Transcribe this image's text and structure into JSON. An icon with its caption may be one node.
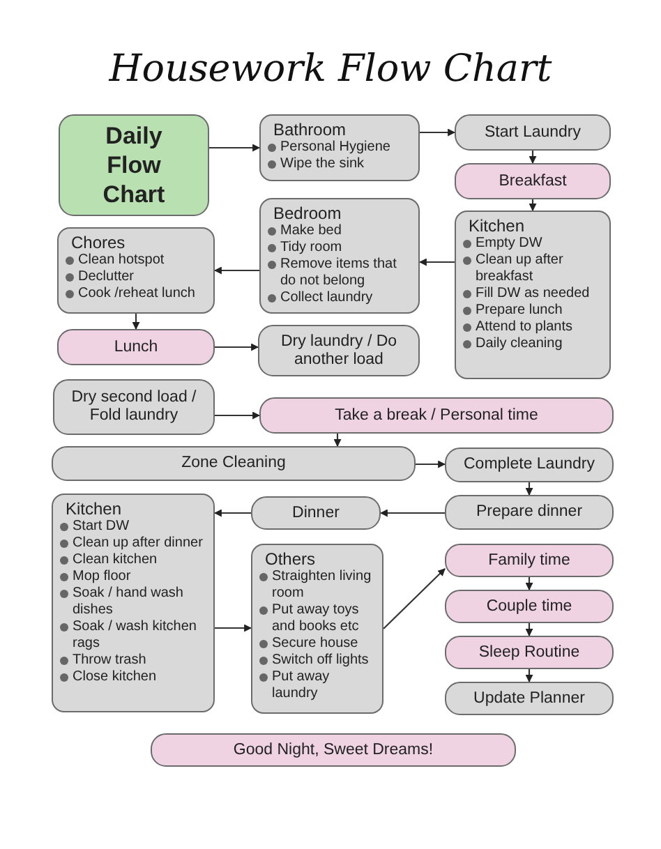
{
  "diagram": {
    "title": "Housework Flow Chart",
    "nodes": [
      {
        "text": [
          "Daily Flow Chart"
        ]
      },
      {
        "text": [
          "Bathroom",
          "Personal Hygiene",
          "Wipe the sink"
        ]
      },
      {
        "text": [
          "Start Laundry"
        ]
      },
      {
        "text": [
          "Breakfast"
        ]
      },
      {
        "text": [
          "Kitchen",
          "Empty DW",
          "Clean up after breakfast",
          "Fill DW as needed",
          "Prepare lunch",
          "Attend to plants",
          "Daily cleaning"
        ]
      },
      {
        "text": [
          "Bedroom",
          "Make bed",
          "Tidy room",
          "Remove items that do not belong",
          "Collect laundry"
        ]
      },
      {
        "text": [
          "Chores",
          "Clean hotspot",
          "Declutter",
          "Cook /reheat lunch"
        ]
      },
      {
        "text": [
          "Lunch"
        ]
      },
      {
        "text": [
          "Dry laundry / Do another load"
        ]
      },
      {
        "text": [
          "Dry second load / Fold laundry"
        ]
      },
      {
        "text": [
          "Take a break / Personal time"
        ]
      },
      {
        "text": [
          "Zone Cleaning"
        ]
      },
      {
        "text": [
          "Complete Laundry"
        ]
      },
      {
        "text": [
          "Kitchen",
          "Start DW",
          "Clean up after dinner",
          "Clean kitchen",
          "Mop floor",
          "Soak / hand wash dishes",
          "Soak / wash kitchen rags",
          "Throw trash",
          "Close kitchen"
        ]
      },
      {
        "text": [
          "Dinner"
        ]
      },
      {
        "text": [
          "Others",
          "Straighten living room",
          "Put away toys and books etc",
          "Secure house",
          "Switch off lights",
          "Put away laundry"
        ]
      },
      {
        "text": [
          "Prepare dinner"
        ]
      },
      {
        "text": [
          "Family time"
        ]
      },
      {
        "text": [
          "Couple time"
        ]
      },
      {
        "text": [
          "Sleep Routine"
        ]
      },
      {
        "text": [
          "Update Planner"
        ]
      },
      {
        "text": [
          "Good Night, Sweet Dreams!"
        ]
      }
    ],
    "edges": [
      {
        "from": 0,
        "to": 1,
        "arrow": "to"
      },
      {
        "from": 1,
        "to": 2,
        "arrow": "to"
      },
      {
        "from": 2,
        "to": 3,
        "arrow": "to"
      },
      {
        "from": 3,
        "to": 4,
        "arrow": "to"
      },
      {
        "from": 4,
        "to": 5,
        "arrow": "to"
      },
      {
        "from": 5,
        "to": 6,
        "arrow": "to"
      },
      {
        "from": 6,
        "to": 7,
        "arrow": "to"
      },
      {
        "from": 7,
        "to": 8,
        "arrow": "to"
      },
      {
        "from": 9,
        "to": 10,
        "arrow": "to"
      },
      {
        "from": 10,
        "to": 11,
        "arrow": "to"
      },
      {
        "from": 11,
        "to": 12,
        "arrow": "to"
      },
      {
        "from": 12,
        "to": 16,
        "arrow": "to"
      },
      {
        "from": 16,
        "to": 14,
        "arrow": "to"
      },
      {
        "from": 14,
        "to": 13,
        "arrow": "to"
      },
      {
        "from": 13,
        "to": 15,
        "arrow": "to"
      },
      {
        "from": 15,
        "to": 17,
        "arrow": "to"
      },
      {
        "from": 17,
        "to": 18,
        "arrow": "to"
      },
      {
        "from": 18,
        "to": 19,
        "arrow": "to"
      },
      {
        "from": 19,
        "to": 20,
        "arrow": "to"
      }
    ]
  }
}
